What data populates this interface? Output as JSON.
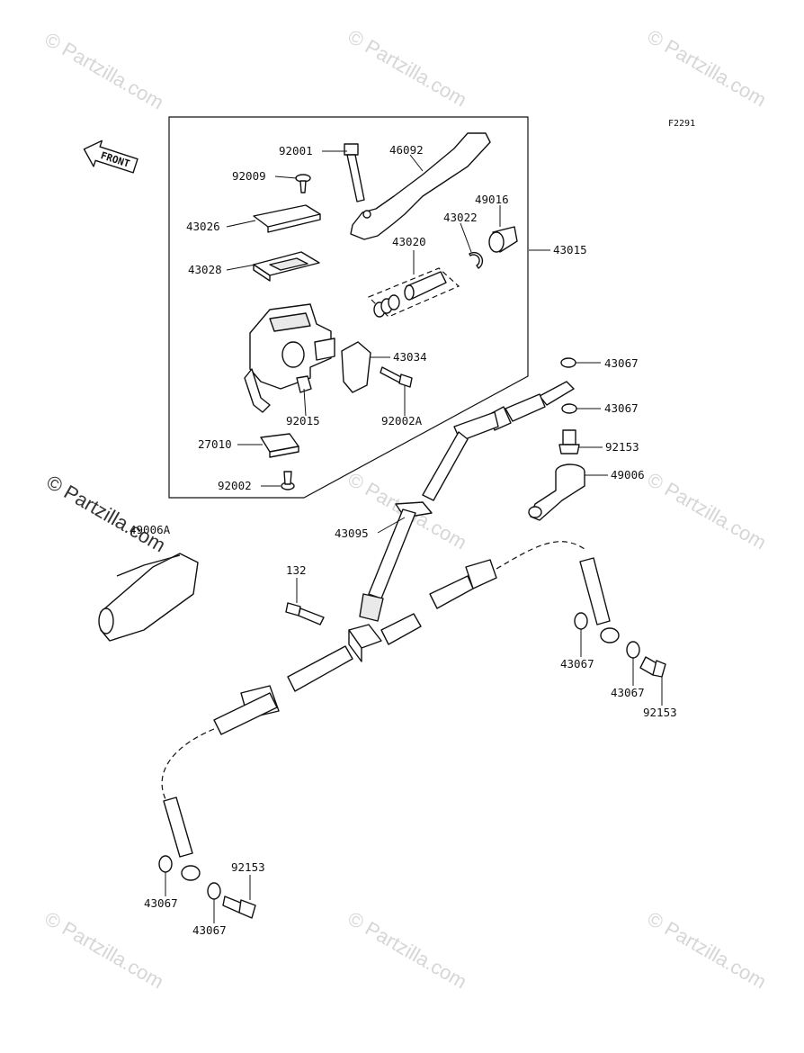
{
  "figure_code": "F2291",
  "front_label": "FRONT",
  "watermark": "© Partzilla.com",
  "parts": {
    "p92001": "92001",
    "p46092": "46092",
    "p92009": "92009",
    "p49016": "49016",
    "p43022": "43022",
    "p43026": "43026",
    "p43020": "43020",
    "p43015": "43015",
    "p43028": "43028",
    "p43034": "43034",
    "p92015": "92015",
    "p92002A": "92002A",
    "p27010": "27010",
    "p92002": "92002",
    "p43067a": "43067",
    "p43067b": "43067",
    "p92153a": "92153",
    "p49006": "49006",
    "p49006A": "49006A",
    "p43095": "43095",
    "p132": "132",
    "p43067c": "43067",
    "p43067d": "43067",
    "p92153b": "92153",
    "p92153c": "92153",
    "p43067e": "43067",
    "p43067f": "43067"
  }
}
